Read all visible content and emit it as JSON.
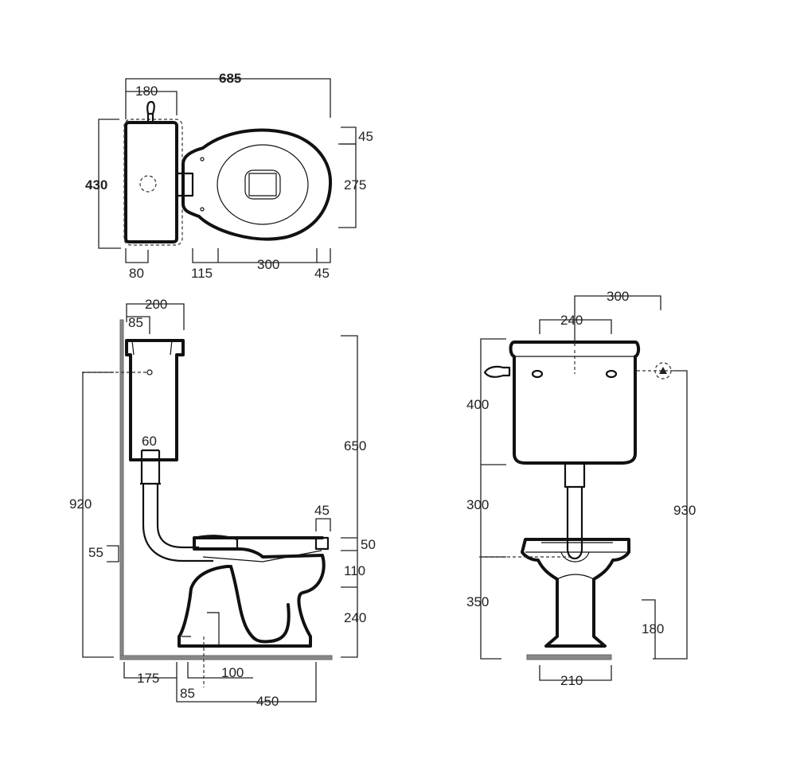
{
  "colors": {
    "line": "#222222",
    "wall": "#888888",
    "background": "#ffffff"
  },
  "top_view": {
    "overall_width": "685",
    "cistern_depth": "180",
    "overall_depth": "430",
    "seat_offset": "45",
    "seat_depth": "275",
    "outlet_offset": "80",
    "seat_front": "115",
    "seat_length": "300",
    "rim_overhang": "45"
  },
  "side_view": {
    "cistern_width": "200",
    "flush_pipe_offset": "85",
    "pipe_diameter": "60",
    "total_height": "650",
    "supply_height": "920",
    "floor_offset": "55",
    "rim_width": "45",
    "seat_thickness": "50",
    "bowl_height": "110",
    "pan_height": "240",
    "wall_distance": "175",
    "outlet_width": "100",
    "outlet_offset": "85",
    "pan_length": "450"
  },
  "front_view": {
    "cistern_total_width": "300",
    "fixing_centers": "240",
    "cistern_height": "400",
    "pipe_height": "300",
    "total_height": "930",
    "pan_height": "350",
    "inlet_height": "180",
    "base_width": "210"
  }
}
